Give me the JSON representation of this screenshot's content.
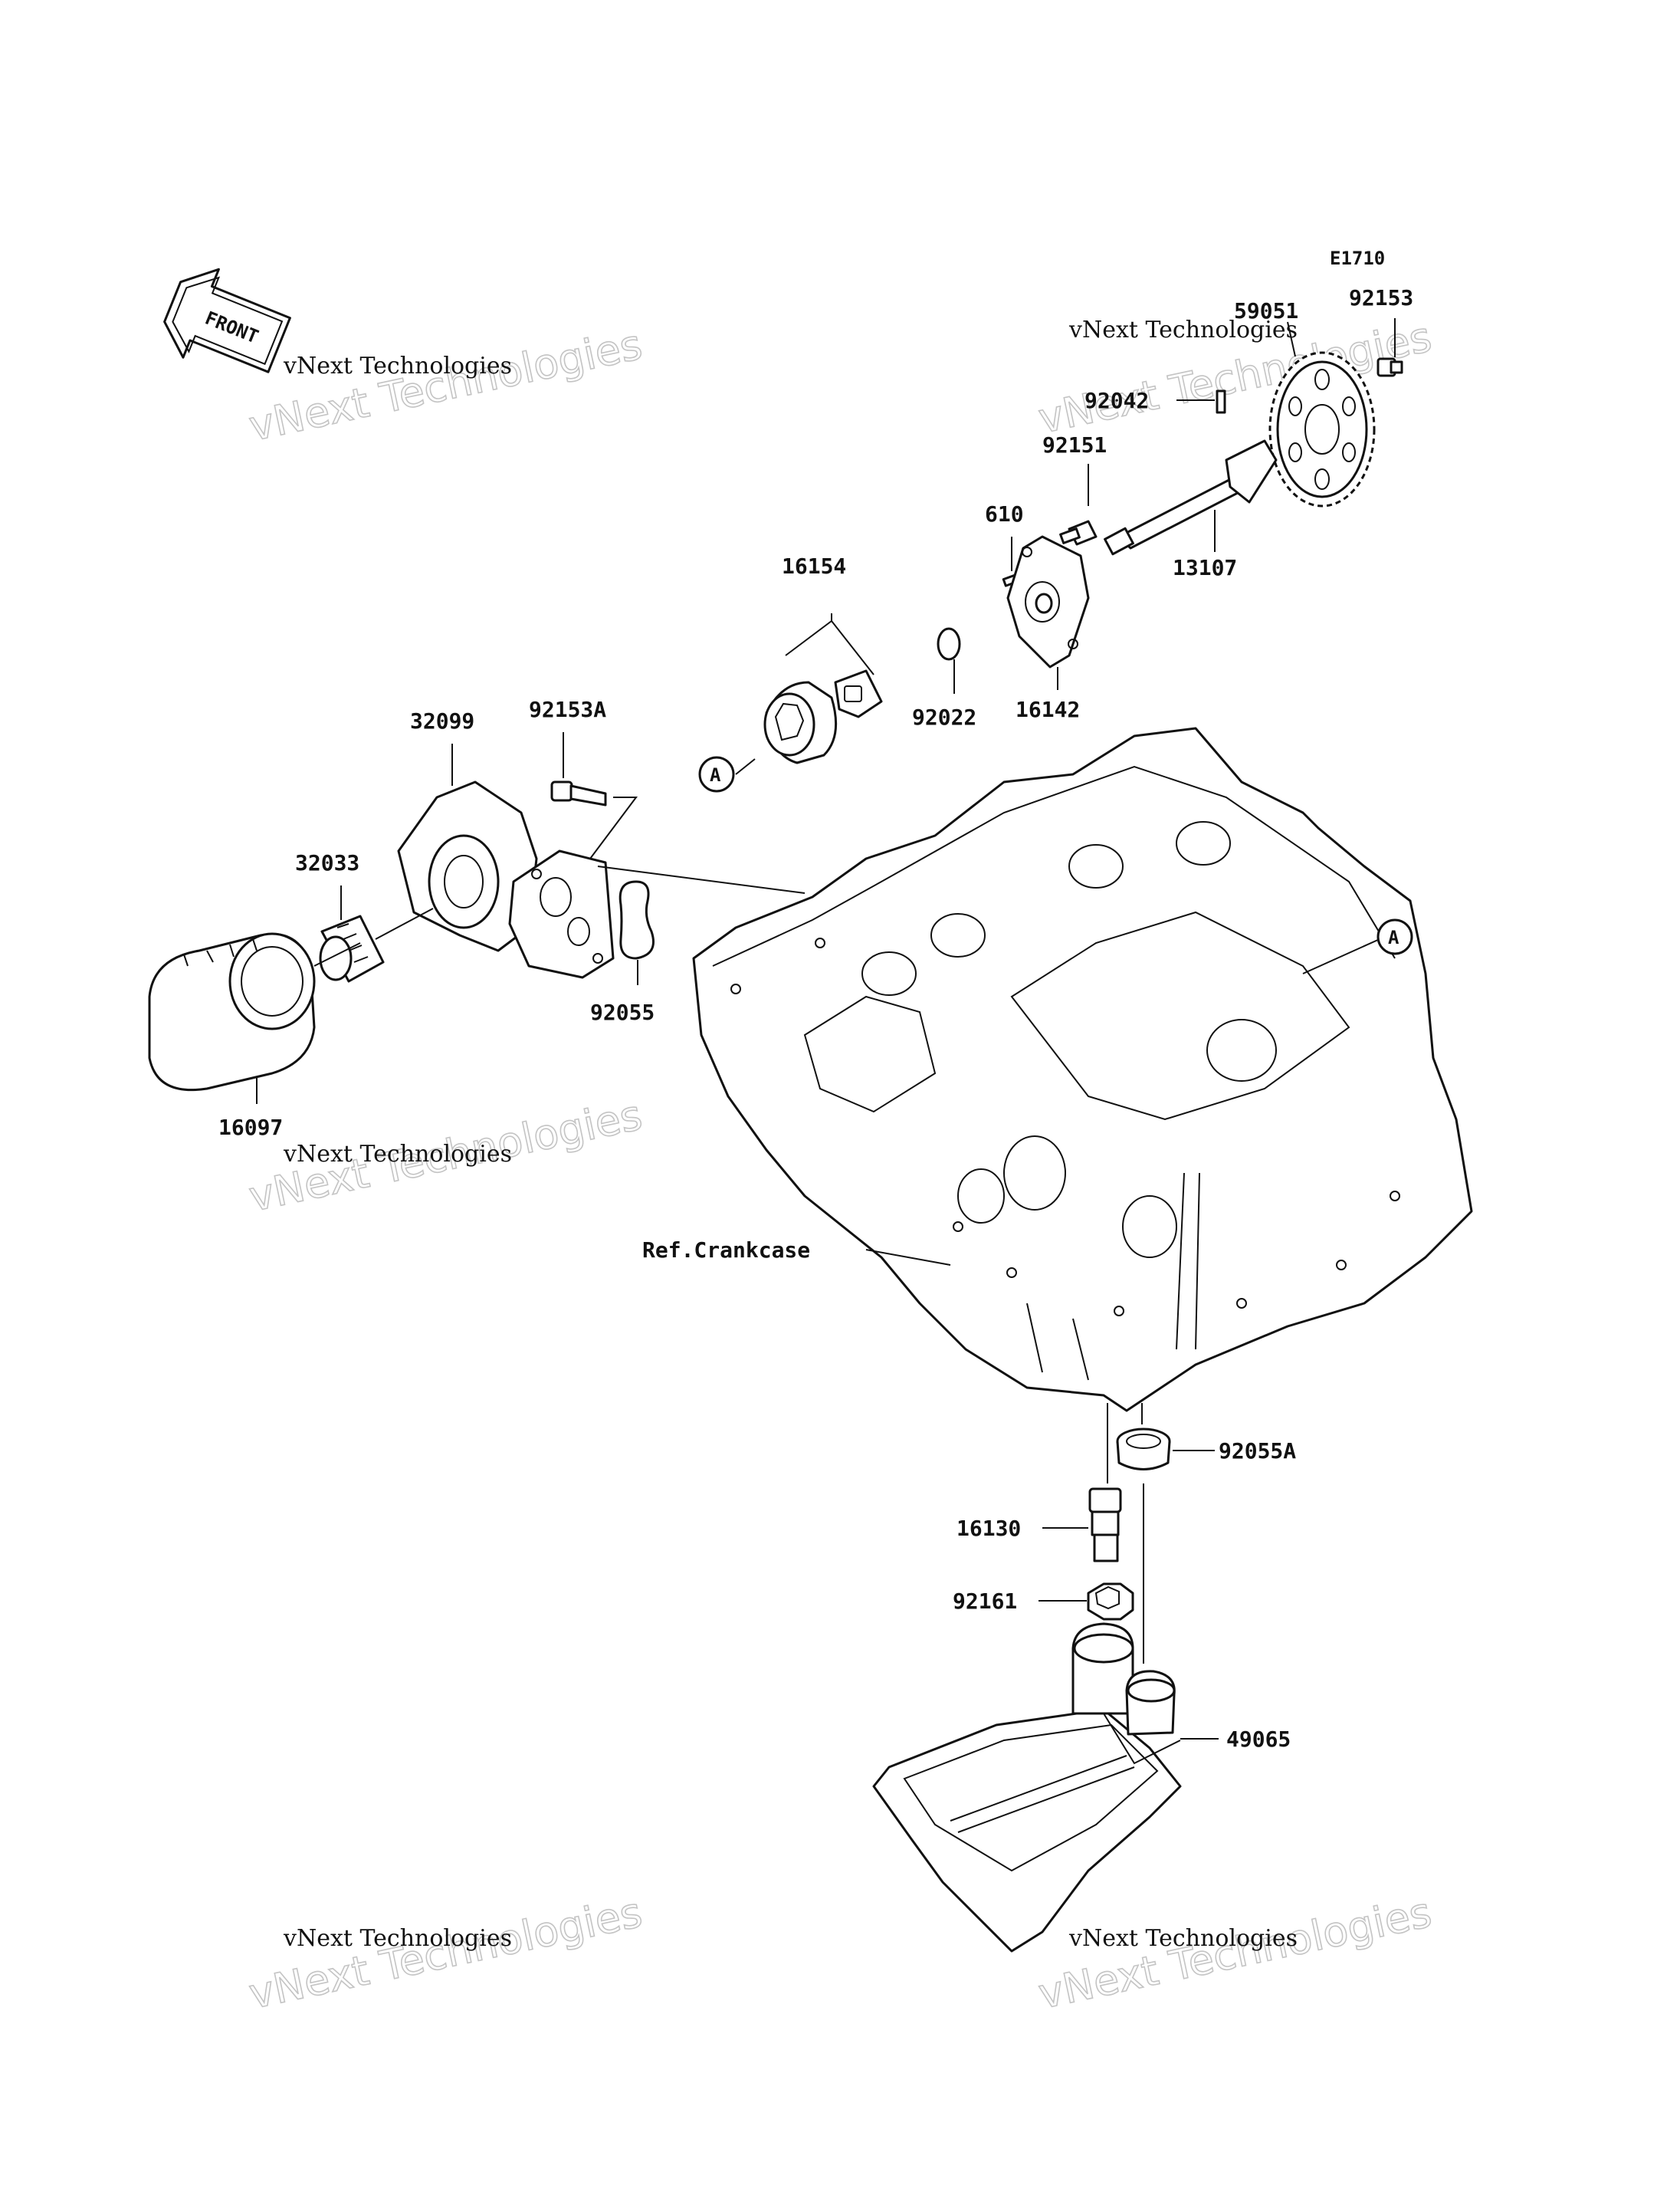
{
  "diagram": {
    "code": "E1710",
    "front_label": "FRONT",
    "reference_label": "A",
    "watermark_line1": "vNext Technologies",
    "watermark_line2": "vNext Technologies",
    "part_labels": {
      "p59051": "59051",
      "p92153": "92153",
      "p92042": "92042",
      "p92151": "92151",
      "p610": "610",
      "p13107": "13107",
      "p16154": "16154",
      "p92022": "92022",
      "p16142": "16142",
      "p32099": "32099",
      "p92153A": "92153A",
      "p32033": "32033",
      "p92055": "92055",
      "p16097": "16097",
      "crankcase": "Ref.Crankcase",
      "p92055A": "92055A",
      "p16130": "16130",
      "p92161": "92161",
      "p49065": "49065"
    }
  }
}
